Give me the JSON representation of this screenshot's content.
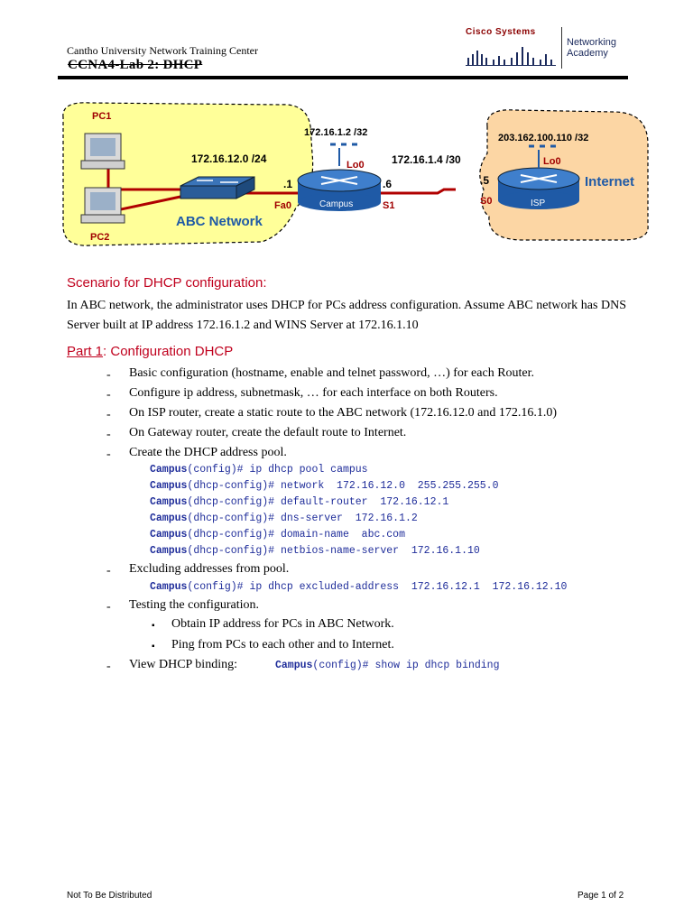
{
  "header": {
    "org": "Cantho University Network Training Center",
    "title": "CCNA4-Lab 2:  DHCP",
    "logo_top": "Cisco Systems",
    "logo_right_1": "Networking",
    "logo_right_2": "Academy"
  },
  "diagram": {
    "pc1": "PC1",
    "pc2": "PC2",
    "lan_net": "172.16.12.0 /24",
    "abc_network": "ABC Network",
    "lo0_left_ip": "172.16.1.2 /32",
    "lo0_left": "Lo0",
    "fa0": "Fa0",
    "fa0_host": ".1",
    "campus": "Campus",
    "s1_host": ".6",
    "s1": "S1",
    "serial_net": "172.16.1.4 /30",
    "s0_host": ".5",
    "s0": "S0",
    "isp": "ISP",
    "lo0_right_ip": "203.162.100.110 /32",
    "lo0_right": "Lo0",
    "internet": "Internet"
  },
  "scenario": {
    "heading": "Scenario for DHCP configuration:",
    "text": "In ABC network, the administrator uses DHCP for PCs address configuration. Assume ABC network has DNS Server built at IP address 172.16.1.2 and WINS Server at 172.16.1.10"
  },
  "part1": {
    "label": "Part 1",
    "sep": ":",
    "heading": "Configuration DHCP"
  },
  "bullets": {
    "b1": "Basic configuration (hostname, enable and telnet password, …) for each Router.",
    "b2": "Configure ip address, subnetmask, … for each interface on both Routers.",
    "b3": "On ISP router, create a static route to the ABC network (172.16.12.0 and 172.16.1.0)",
    "b4": "On Gateway router, create the default route to Internet.",
    "b5": "Create the DHCP address pool.",
    "b6": "Excluding addresses from pool.",
    "b7": "Testing the configuration.",
    "b8": "View DHCP binding:",
    "dash": "-"
  },
  "code": {
    "host": "Campus",
    "c1_mode": "(config)#",
    "c1_cmd": " ip dhcp pool campus",
    "c2_mode": "(dhcp-config)#",
    "c2_cmd": " network  172.16.12.0  255.255.255.0",
    "c3_mode": "(dhcp-config)#",
    "c3_cmd": " default-router  172.16.12.1",
    "c4_mode": "(dhcp-config)#",
    "c4_cmd": " dns-server  172.16.1.2",
    "c5_mode": "(dhcp-config)#",
    "c5_cmd": " domain-name  abc.com",
    "c6_mode": "(dhcp-config)#",
    "c6_cmd": " netbios-name-server  172.16.1.10",
    "c7_mode": "(config)#",
    "c7_cmd": " ip dhcp excluded-address  172.16.12.1  172.16.12.10",
    "c8_mode": "(config)#",
    "c8_cmd": " show ip dhcp binding"
  },
  "subbullets": {
    "marker": "▪",
    "s1": "Obtain IP address for PCs in ABC Network.",
    "s2": "Ping from PCs to each other and to Internet."
  },
  "footer": {
    "left": "Not To Be Distributed",
    "right": "Page 1 of 2"
  }
}
